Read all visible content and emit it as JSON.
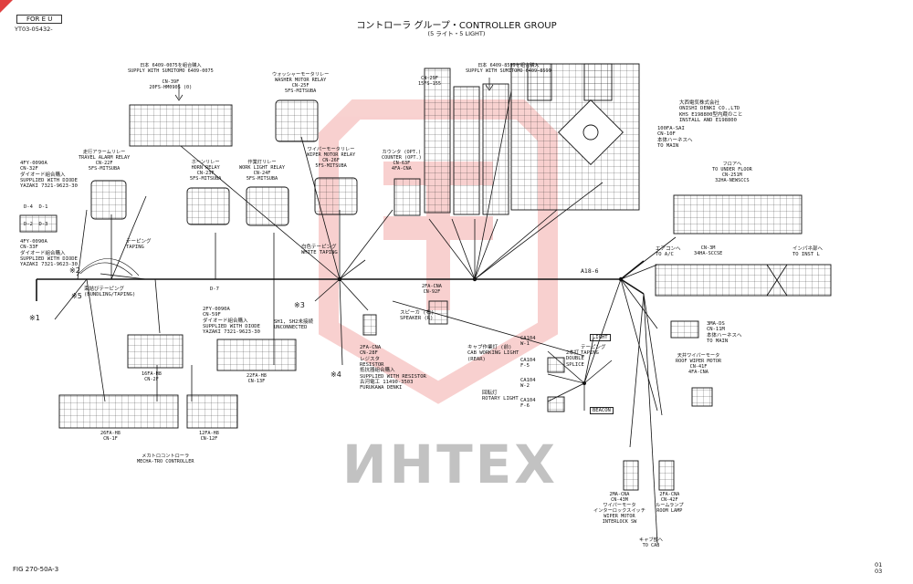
{
  "header": {
    "region_tag": "FOR E U",
    "part_no": "YT03-05432-",
    "title": "コントローラ グループ・CONTROLLER GROUP",
    "subtitle": "(5 ライト・5 LIGHT)"
  },
  "footer": {
    "figure": "FIG 270-50A-3",
    "page": "01\n03"
  },
  "watermark": "ИНТЕХ",
  "markers": [
    "※1",
    "※2",
    "※3",
    "※4",
    "※5"
  ],
  "components": {
    "cn39f": "日本 6409-0075を組合購入\nSUPPLY WITH SUMITOMO 6409-0075\n\nCN-39F\n20FS-HM090S (0)",
    "washer_relay": "ウォッシャーモータリレー\nWASHER MOTOR RELAY\nCN-25F\n5FS-MITSUBA",
    "cn29f": "CN-29F\n15FS-155",
    "sumitomo_supply": "日本 6409-8599を組合購入\nSUPPLY WITH SUMITOMO 6409-8599",
    "onishi": "大西電気株式会社\nONISHI DENKI CO.,LTD\nKHS E198800型内蔵のこと\nINSTALL AND E198800",
    "cn10f": "100FA-SAI\nCN-10F\n本体ハーネスへ\nTO MAIN",
    "cn251m": "フロアへ\nTO UNDER FLOOR\nCN-251M\n32HA-NEWSCCS",
    "travel_alarm": "走行アラームリレー\nTRAVEL ALARM RELAY\nCN-22F\n5FS-MITSUBA",
    "horn_relay": "ホーンリレー\nHORN RELAY\nCN-23F\n5FS-MITSUBA",
    "work_light": "作業灯リレー\nWORK LIGHT RELAY\nCN-24F\n5FS-MITSUBA",
    "wiper_relay": "ワイパーモータリレー\nWIPER MOTOR RELAY\nCN-26F\n5FS-MITSUBA",
    "counter": "カウンタ (OPT.)\nCOUNTER (OPT.)\nCN-63F\n4FA-CNA",
    "cn32f": "4FY-0090A\nCN-32F\nダイオード組合購入\nSUPPLIED WITH DIODE\nYAZAKI 7321-9623-30",
    "d_labels": "D-4  D-1\n\n\nD-2  D-3",
    "cn33f": "4FY-0090A\nCN-33F\nダイオード組合購入\nSUPPLIED WITH DIODE\nYAZAKI 7321-9623-30",
    "cn3m": "CN-3M\n34HA-SCCSE",
    "to_ac": "エアコンへ\nTO A/C",
    "to_inst": "インパネ部へ\nTO INST L",
    "a18": "A18-6",
    "cn92f": "2FA-CNA\nCN-92F",
    "speaker": "スピーカ (右)\nSPEAKER (R)",
    "d7": "D-7",
    "cn59f": "2FY-0090A\nCN-59F\nダイオード組合購入\nSUPPLIED WITH DIODE\nYAZAKI 7321-9623-30",
    "sh1": "SH1, SH2未接続\nUNCONNECTED",
    "cn28f": "2FA-CNA\nCN-28F\nレジスタ\nRESISTOR\n抵抗器組合購入\nSUPPLIED WITH RESISTOR\n古河電工 11490-3503\nFURUKAWA DENKI",
    "cn2f": "16FA-H8\nCN-2F",
    "cn13f": "22FA-H8\nCN-13F",
    "cn1f": "26FA-H8\nCN-1F",
    "cn12f": "12FA-H8\nCN-12F",
    "mecha": "メカトロコントローラ\nMECHA-TRO CONTROLLER",
    "cab_light": "キャブ作業灯 (前)\nCAB WORKING LIGHT\n(REAR)",
    "ca104_w1": "CA104\nW-1",
    "ca104_f5": "CA104\nF-5",
    "ca104_w2": "CA104\nW-2",
    "ca104_f6": "CA104\nF-6",
    "rotary": "回転灯\nROTARY LIGHT",
    "cn11m": "3MA-DS\nCN-11M\n本体ハーネスへ\nTO MAIN",
    "cn41f": "天井ワイパーモータ\nROOF WIPER MOTOR\nCN-41F\n4FA-CNA",
    "cn43m": "2MA-CNA\nCN-43M\nワイパーモータ\nインターロックスイッチ\nWIPER MOTOR\nINTERLOCK SW",
    "cn42f": "2FA-CNA\nCN-42F\nルームランプ\nROOM LAMP",
    "to_cab": "キャブ部へ\nTO CAB",
    "taping": "テーピング\nTAPING",
    "white_taping": "白色テーピング\nWHITE TAPING",
    "bundling": "束結びテーピング\n(BUNDLING/TAPING)",
    "double_splice": "2本打\nDOUBLE\nSPLICE",
    "light_tag": "LIGHT",
    "beacon_tag": "BEACON"
  }
}
